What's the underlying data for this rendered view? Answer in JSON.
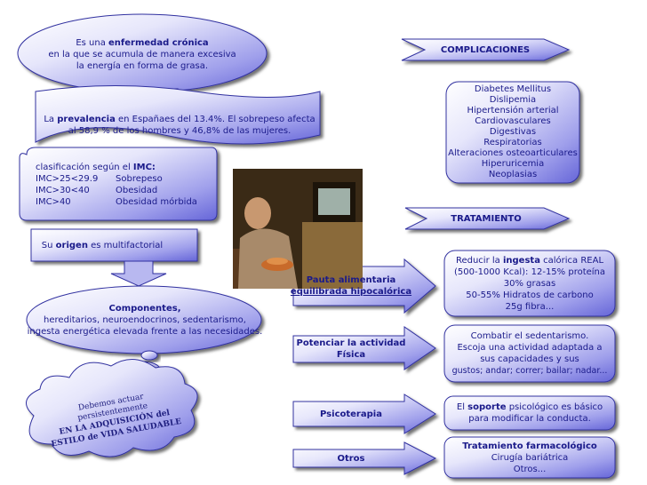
{
  "oval_top": {
    "pre": "Es una ",
    "bold": "enfermedad crónica",
    "line2": "en la que se acumula de manera excesiva",
    "line3": "la energía en forma de grasa."
  },
  "prevalence": {
    "pre": "La ",
    "bold": "prevalencia",
    "line1_rest": " en Españaes del 13.4%. El sobrepeso afecta",
    "line2": "al 58,9 % de los hombres y 46,8% de las mujeres."
  },
  "imc": {
    "header_pre": "clasificación según el ",
    "header_bold": "IMC:",
    "rows": [
      {
        "range": "IMC>25<29.9",
        "label": "Sobrepeso"
      },
      {
        "range": "IMC>30<40",
        "label": "Obesidad"
      },
      {
        "range": "IMC>40",
        "label": "Obesidad mórbida"
      }
    ]
  },
  "origin": {
    "pre": "Su ",
    "bold": "origen",
    "post": " es multifactorial"
  },
  "components": {
    "title": "Componentes,",
    "line2": "hereditarios, neuroendocrinos, sedentarismo,",
    "line3": "ingesta energética elevada frente a las necesidades."
  },
  "cloud": {
    "line1": "Debemos actuar",
    "line2": "persistentemente",
    "line3": "EN LA ADQUISICIÓN del",
    "line4": "ESTILO de VIDA SALUDABLE"
  },
  "complicaciones": {
    "title": "COMPLICACIONES",
    "items": [
      "Diabetes Mellitus",
      "Dislipemia",
      "Hipertensión arterial",
      "Cardiovasculares",
      "Digestivas",
      "Respiratorias",
      "Alteraciones osteoarticulares",
      "Hiperuricemia",
      "Neoplasias"
    ]
  },
  "tratamiento": {
    "title": "TRATAMIENTO"
  },
  "pauta": {
    "line1": "Pauta  alimentaria",
    "line2": "equilibrada hipocalórica"
  },
  "ingesta": {
    "pre": "Reducir la ",
    "bold": "ingesta",
    "line1_rest": " calórica REAL",
    "line2": "(500-1000 Kcal): 12-15% proteína",
    "line3": "30% grasas",
    "line4": "50-55% Hidratos de carbono",
    "line5": "25g fibra..."
  },
  "actividad": {
    "line1": "Potenciar la actividad",
    "line2": "Física"
  },
  "sedentarismo": {
    "line1": "Combatir el sedentarismo.",
    "line2": "Escoja una actividad adaptada a",
    "line3": "sus capacidades y sus",
    "line4": "gustos; andar; correr; bailar; nadar..."
  },
  "psicoterapia": {
    "label": "Psicoterapia"
  },
  "soporte": {
    "pre": "El ",
    "bold": "soporte",
    "line1_rest": " psicológico es básico",
    "line2": "para modificar la conducta."
  },
  "otros": {
    "label": "Otros"
  },
  "farmaco": {
    "title": "Tratamiento farmacológico",
    "line2": "Cirugía bariátrica",
    "line3": "Otros..."
  }
}
